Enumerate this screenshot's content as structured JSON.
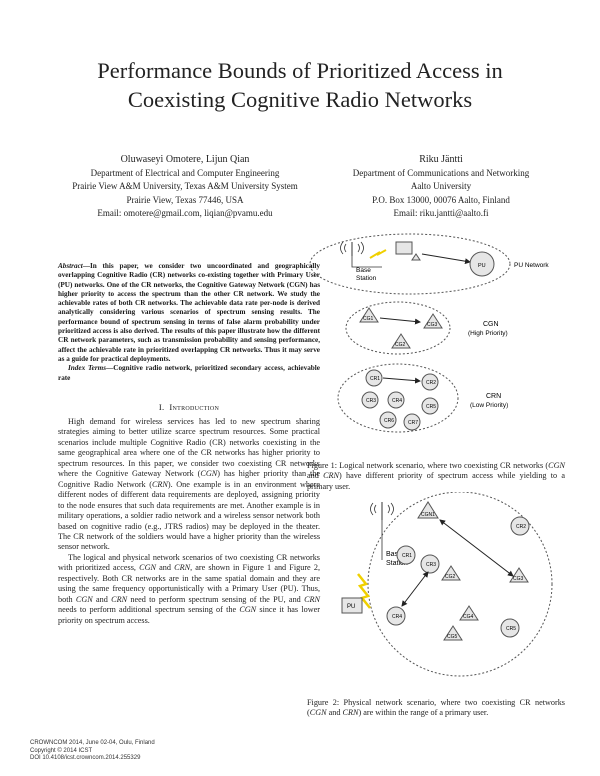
{
  "paper": {
    "title_line1": "Performance Bounds of Prioritized Access in",
    "title_line2": "Coexisting Cognitive Radio Networks",
    "authors_left": {
      "names": "Oluwaseyi Omotere, Lijun Qian",
      "dept": "Department of Electrical and Computer Engineering",
      "univ": "Prairie View A&M University, Texas A&M University System",
      "city": "Prairie View, Texas 77446, USA",
      "email": "Email: omotere@gmail.com, liqian@pvamu.edu"
    },
    "authors_right": {
      "names": "Riku Jäntti",
      "dept": "Department of Communications and Networking",
      "univ": "Aalto University",
      "addr": "P.O. Box 13000, 00076 Aalto, Finland",
      "email": "Email: riku.jantti@aalto.fi"
    },
    "abstract_label": "Abstract",
    "abstract_text": "—In this paper, we consider two uncoordinated and geographically overlapping Cognitive Radio (CR) networks co-existing together with Primary User (PU) networks. One of the CR networks, the Cognitive Gateway Network (CGN) has higher priority to access the spectrum than the other CR network. We study the achievable rates of both CR networks. The achievable data rate per-node is derived analytically considering various scenarios of spectrum sensing results. The performance bound of spectrum sensing in terms of false alarm probability under prioritized access is also derived. The results of this paper illustrate how the different CR network parameters, such as transmission probability and sensing performance, affect the achievable rate in prioritized overlapping CR networks. Thus it may serve as a guide for practical deployments.",
    "index_label": "Index Terms",
    "index_text": "—Cognitive radio network, prioritized secondary access, achievable rate",
    "section_num": "I.",
    "section_title": "Introduction",
    "p1_a": "High demand for wireless services has led to new spectrum sharing strategies aiming to better utilize scarce spectrum resources. Some practical scenarios include multiple Cognitive Radio (CR) networks coexisting in the same geographical area where one of the CR networks has higher priority to spectrum resources. In this paper, we consider two coexisting CR networks where the Cognitive Gateway Network (",
    "p1_b": ") has higher priority than the Cognitive Radio Network (",
    "p1_c": "). One example is in an environment where different nodes of different data requirements are deployed, assigning priority to the node ensures that such data requirements are met. Another example is in military operations, a soldier radio network and a wireless sensor network both based on cognitive radio (e.g., JTRS radios) may be deployed in the theater. The CR network of the soldiers would have a higher priority than the wireless sensor network.",
    "p2_a": "The logical and physical network scenarios of two coexisting CR networks with prioritized access, ",
    "p2_b": " and ",
    "p2_c": ", are shown in Figure 1 and Figure 2, respectively. Both CR networks are in the same spatial domain and they are using the same frequency opportunistically with a Primary User (PU). Thus, both ",
    "p2_d": " and ",
    "p2_e": " need to perform spectrum sensing of the PU, and ",
    "p2_f": " needs to perform additional spectrum sensing of the ",
    "p2_g": " since it has lower priority on spectrum access.",
    "sym_cgn": "CGN",
    "sym_crn": "CRN",
    "fig1_caption_a": "Figure 1:  Logical network scenario, where two coexisting CR networks (",
    "fig1_caption_b": " and ",
    "fig1_caption_c": ") have different priority of spectrum access while yielding to a primary user.",
    "fig2_caption_a": "Figure 2: Physical network scenario, where two coexisting CR networks (",
    "fig2_caption_b": " and ",
    "fig2_caption_c": ") are within the range of a primary user.",
    "footer_line1": "CROWNCOM 2014, June 02-04, Oulu, Finland",
    "footer_line2": "Copyright © 2014 ICST",
    "footer_line3": "DOI 10.4108/icst.crowncom.2014.255329"
  },
  "figure1": {
    "pu_network_label": "PU Network",
    "base_label1": "Base",
    "base_label2": "Station",
    "pu_node": "PU",
    "cgn_label": "CGN",
    "cgn_priority": "(High Priority)",
    "crn_label": "CRN",
    "crn_priority": "(Low Priority)",
    "cgn_nodes": [
      "CG1",
      "CG2",
      "CG3"
    ],
    "crn_nodes": [
      "CR1",
      "CR2",
      "CR3",
      "CR4",
      "CR5",
      "CR6",
      "CR7"
    ]
  },
  "figure2": {
    "base_label1": "Base",
    "base_label2": "Station",
    "pu_node": "PU",
    "cgn_nodes": [
      "CGN1",
      "CG2",
      "CG3",
      "CG4",
      "CG5"
    ],
    "crn_nodes": [
      "CR1",
      "CR2",
      "CR3",
      "CR4",
      "CR5"
    ]
  },
  "colors": {
    "text": "#1a1a1a",
    "node_fill": "#e6e6e6",
    "lightning": "#f0d000"
  }
}
